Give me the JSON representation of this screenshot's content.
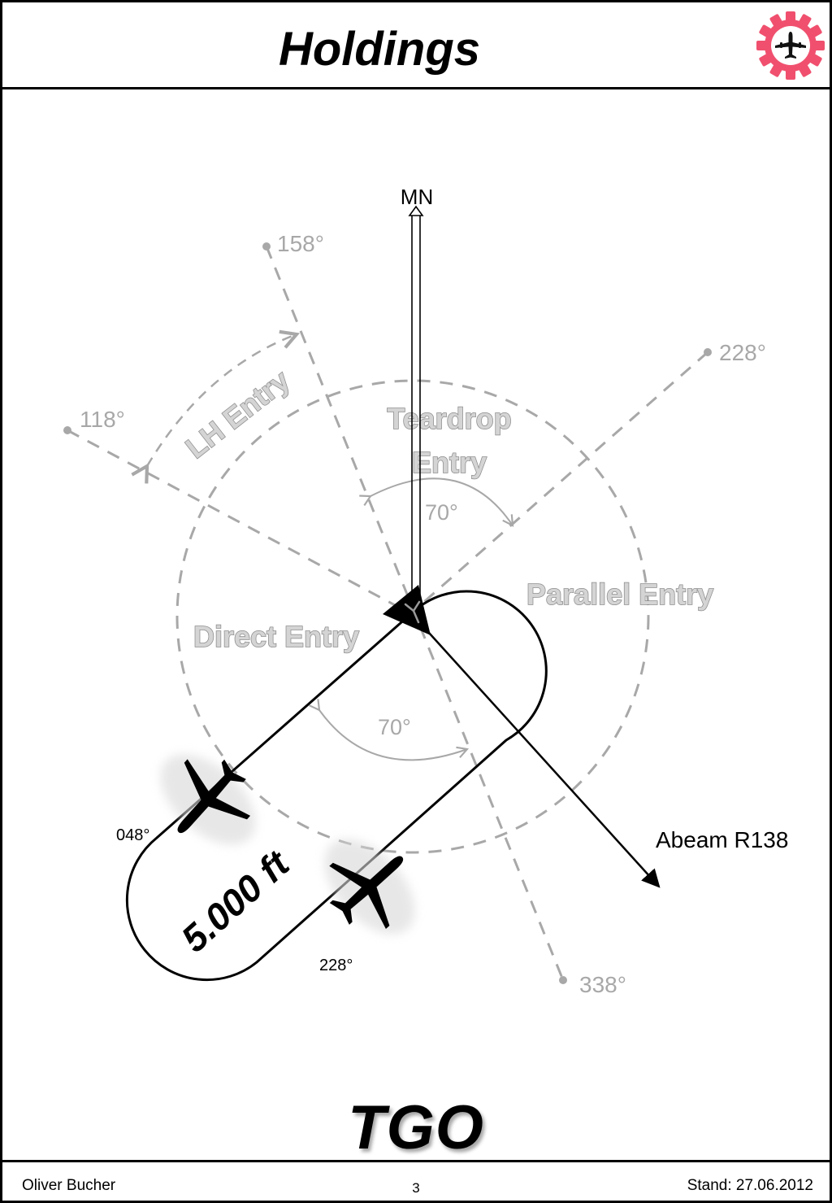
{
  "header": {
    "title": "Holdings"
  },
  "logo": {
    "icon": "airplane-gear-logo",
    "gear_color": "#f0506e"
  },
  "diagram": {
    "north_label": "MN",
    "radials": [
      {
        "label": "158°",
        "kind": "sector-boundary"
      },
      {
        "label": "228°",
        "kind": "sector-boundary"
      },
      {
        "label": "118°",
        "kind": "sector-boundary"
      },
      {
        "label": "338°",
        "kind": "sector-boundary"
      }
    ],
    "entries": {
      "lh": "LH Entry",
      "teardrop_line1": "Teardrop",
      "teardrop_line2": "Entry",
      "parallel": "Parallel Entry",
      "direct": "Direct Entry"
    },
    "angles": {
      "upper": "70°",
      "lower": "70°"
    },
    "holding": {
      "inbound_course": "048°",
      "outbound_course": "228°",
      "altitude": "5.000 ft",
      "fix_label": "Abeam R138"
    },
    "colors": {
      "guide": "#a8a8a8",
      "pattern": "#000000",
      "entry_text": "#d0d0d0"
    }
  },
  "org": {
    "code": "TGO"
  },
  "footer": {
    "author": "Oliver Bucher",
    "page": "3",
    "date": "Stand: 27.06.2012"
  }
}
